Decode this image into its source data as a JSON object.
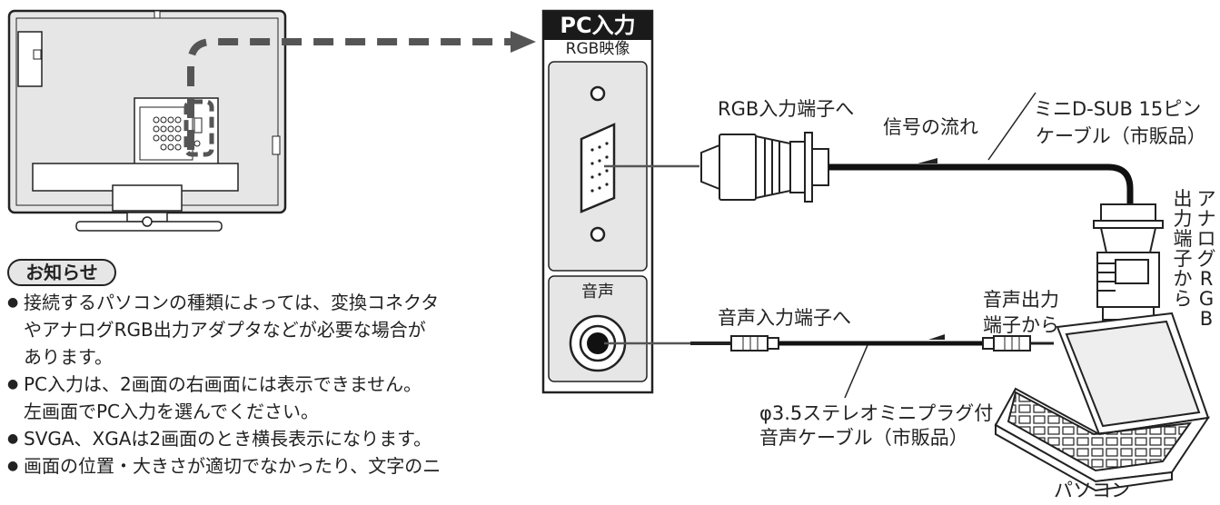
{
  "panel": {
    "title": "PC入力",
    "subtitle": "RGB映像",
    "audio_label": "音声"
  },
  "diagram_labels": {
    "rgb_input_to": "RGB入力端子へ",
    "signal_flow": "信号の流れ",
    "cable_rgb_line1": "ミニD-SUB 15ピン",
    "cable_rgb_line2": "ケーブル（市販品）",
    "analog_rgb_output_from": "アナログRGB出力端子から",
    "vertical_col1": "アナログRGB",
    "vertical_col2": "出力端子から",
    "audio_input_to": "音声入力端子へ",
    "audio_output_line1": "音声出力",
    "audio_output_line2": "端子から",
    "audio_cable_line1": "φ3.5ステレオミニプラグ付",
    "audio_cable_line2": "音声ケーブル（市販品）",
    "pc": "パソコン"
  },
  "notice": {
    "badge": "お知らせ",
    "items": [
      "接続するパソコンの種類によっては、変換コネクタ\nやアナログRGB出力アダプタなどが必要な場合が\nあります。",
      "PC入力は、2画面の右画面には表示できません。\n左画面でPC入力を選んでください。",
      "SVGA、XGAは2画面のとき横長表示になります。",
      "画面の位置・大きさが適切でなかったり、文字のニ"
    ]
  },
  "colors": {
    "stroke": "#222222",
    "panel_fill": "#e6e6e6",
    "dashed_arrow": "#555555",
    "title_bg": "#1a1a1a"
  }
}
